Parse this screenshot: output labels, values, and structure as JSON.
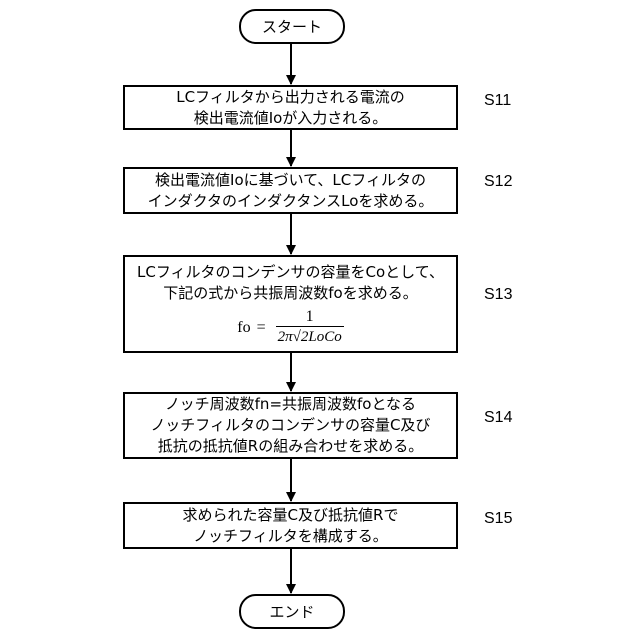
{
  "flowchart": {
    "start": "スタート",
    "end": "エンド",
    "steps": [
      {
        "label": "S11",
        "lines": [
          "LCフィルタから出力される電流の",
          "検出電流値Ioが入力される。"
        ]
      },
      {
        "label": "S12",
        "lines": [
          "検出電流値Ioに基づいて、LCフィルタの",
          "インダクタのインダクタンスLoを求める。"
        ]
      },
      {
        "label": "S13",
        "lines": [
          "LCフィルタのコンデンサの容量をCoとして、",
          "下記の式から共振周波数foを求める。"
        ],
        "formula": {
          "lhs": "fo",
          "eq": "=",
          "numerator": "1",
          "denominator": "2π√2LoCo"
        }
      },
      {
        "label": "S14",
        "lines": [
          "ノッチ周波数fn=共振周波数foとなる",
          "ノッチフィルタのコンデンサの容量C及び",
          "抵抗の抵抗値Rの組み合わせを求める。"
        ]
      },
      {
        "label": "S15",
        "lines": [
          "求められた容量C及び抵抗値Rで",
          "ノッチフィルタを構成する。"
        ]
      }
    ]
  }
}
